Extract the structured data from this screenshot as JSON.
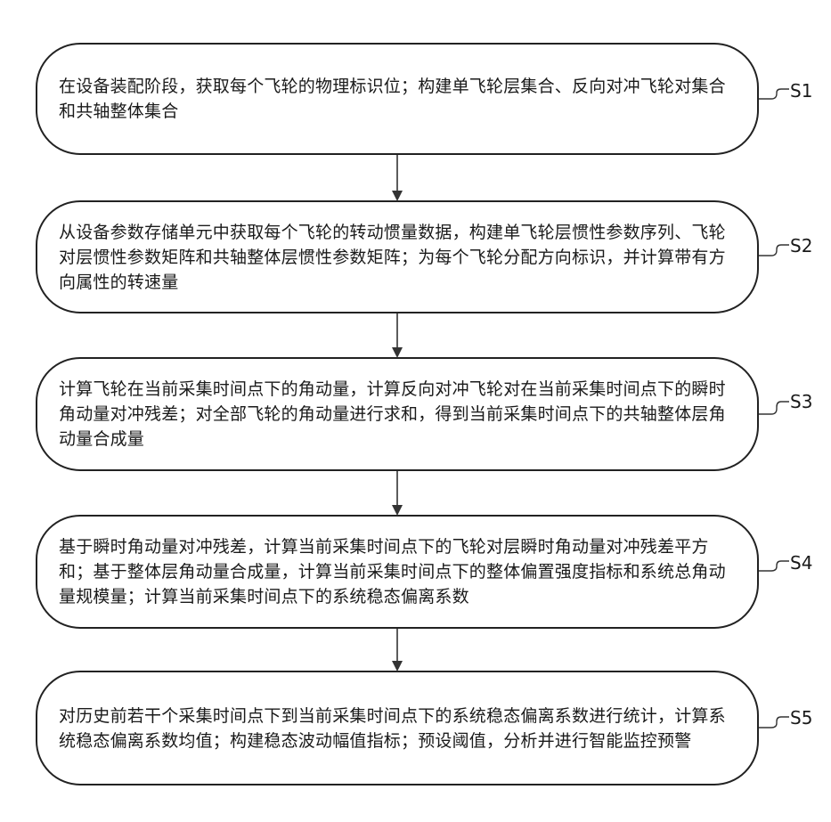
{
  "flowchart": {
    "steps": [
      {
        "id": "S1",
        "text": "在设备装配阶段，获取每个飞轮的物理标识位；构建单飞轮层集合、反向对冲飞轮对集合和共轴整体集合"
      },
      {
        "id": "S2",
        "text": "从设备参数存储单元中获取每个飞轮的转动惯量数据，构建单飞轮层惯性参数序列、飞轮对层惯性参数矩阵和共轴整体层惯性参数矩阵；为每个飞轮分配方向标识，并计算带有方向属性的转速量"
      },
      {
        "id": "S3",
        "text": "计算飞轮在当前采集时间点下的角动量，计算反向对冲飞轮对在当前采集时间点下的瞬时角动量对冲残差；对全部飞轮的角动量进行求和，得到当前采集时间点下的共轴整体层角动量合成量"
      },
      {
        "id": "S4",
        "text": "基于瞬时角动量对冲残差，计算当前采集时间点下的飞轮对层瞬时角动量对冲残差平方和；基于整体层角动量合成量，计算当前采集时间点下的整体偏置强度指标和系统总角动量规模量；计算当前采集时间点下的系统稳态偏离系数"
      },
      {
        "id": "S5",
        "text": "对历史前若干个采集时间点下到当前采集时间点下的系统稳态偏离系数进行统计，计算系统稳态偏离系数均值；构建稳态波动幅值指标；预设阈值，分析并进行智能监控预警"
      }
    ]
  }
}
